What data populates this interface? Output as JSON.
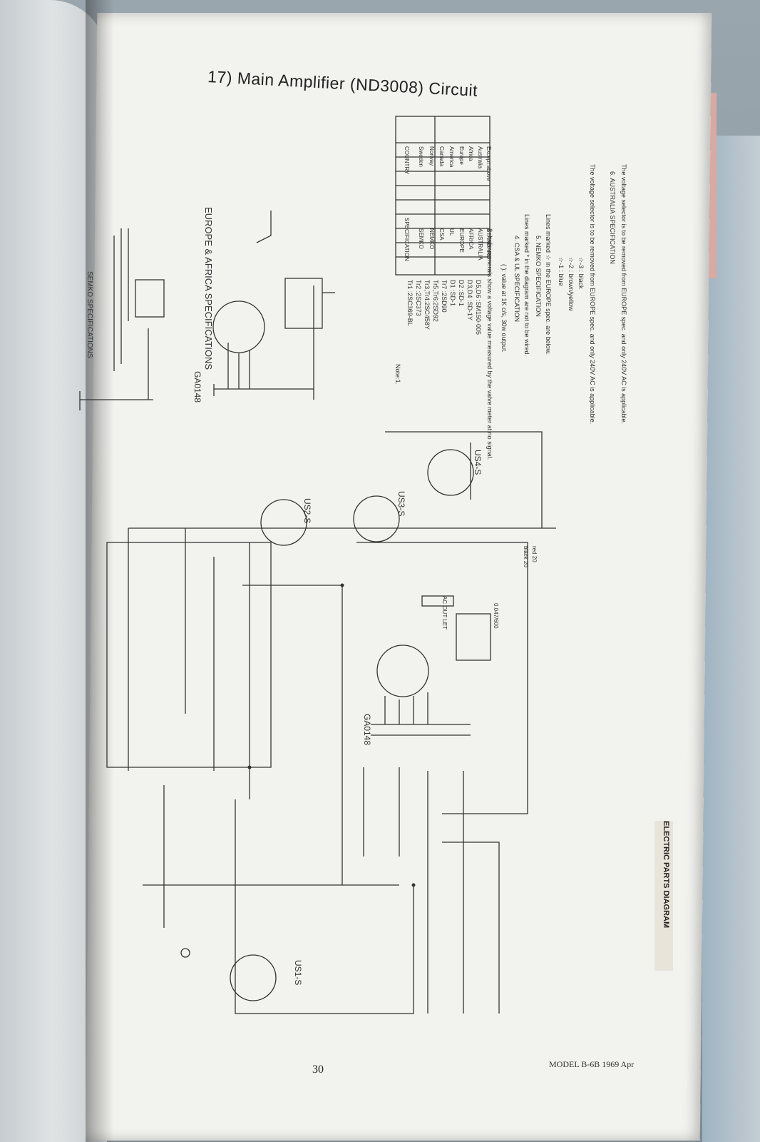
{
  "page": {
    "title": "17) Main Amplifier (ND3008) Circuit",
    "page_number": "30",
    "model_text": "MODEL B-6B 1969 Apr",
    "side_tab": "ELECTRIC PARTS DIAGRAM"
  },
  "labels": {
    "europe": "EUROPE & AFRICA SPECIFICATIONS",
    "ga148_a": "GA0148",
    "ga148_b": "GA0148",
    "semko": "SEMKO SPECIFICATIONS",
    "us1": "US1-S",
    "us2": "US2-S",
    "us3": "US3-S",
    "us4": "US4-S",
    "ac_outlet": "AC OUT LET",
    "cap_0047": "0.047/600",
    "black20": "black 20",
    "red20": "red 20",
    "note": "Note:1."
  },
  "spec_table": {
    "header": [
      "SPECIFICATION",
      "COUNTRY"
    ],
    "rows": [
      [
        "SEMKO",
        "Sweden"
      ],
      [
        "NEMKO",
        "Norway"
      ],
      [
        "CSA",
        "Canada"
      ],
      [
        "UL",
        "America"
      ],
      [
        "EUROPE",
        "Europe"
      ],
      [
        "AFRICA",
        "Africa"
      ],
      [
        "AUSTRALIA",
        "Australia"
      ],
      [
        "STANDARD",
        "Except above"
      ]
    ]
  },
  "notes": [
    "Tr1 :2SC369-BL",
    "Tr2 :2SC373",
    "Tr3,Tr4:2SC458Y",
    "Tr5,Tr6:2SD92",
    "Tr7 :2SD90",
    "D1 :SD-1",
    "D2 :SD-1",
    "D3,D4 :SD-1Y",
    "D5,D6 :SM150-005",
    "2. Italic numerals show a voltage value measured by the valve meter at no signal.",
    "( ): value at 1K c/s, 30w output.",
    "4. CSA & UL SPECIFICATION",
    "Lines marked * in the diagram are not to be wired.",
    "5. NEMKO SPECIFICATION",
    "Lines marked ☆ in the EUROPE spec. are below.",
    "☆-1 : blue",
    "☆-2 : brown/yellow",
    "☆-3 : black",
    "The voltage selector is to be removed from EUROPE spec. and only 240V AC is applicable.",
    "6. AUSTRALIA SPECIFICATION",
    "The voltage selector is to be removed from EUROPE spec. and only 240V AC is applicable."
  ]
}
